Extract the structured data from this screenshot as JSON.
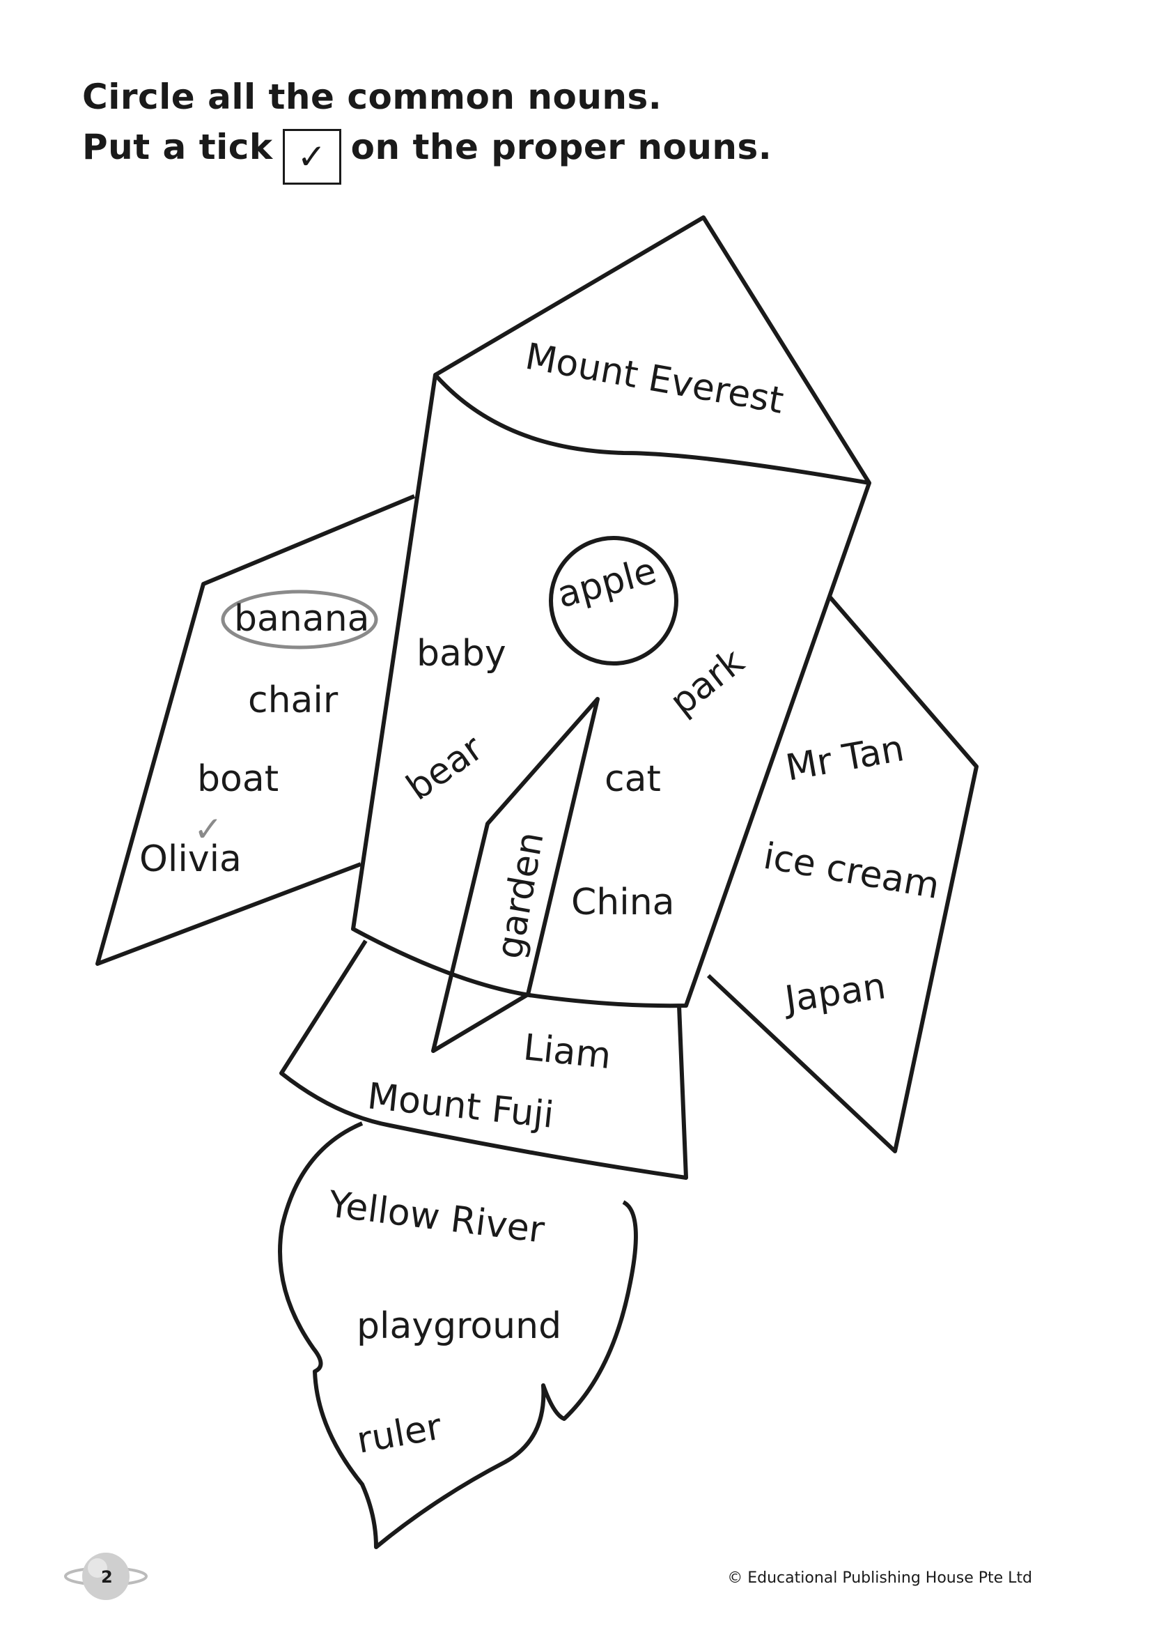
{
  "instructions": {
    "line1": "Circle all the common nouns.",
    "line2_before": "Put a tick",
    "tick_symbol": "✓",
    "line2_after": "on the proper nouns."
  },
  "words": {
    "mount_everest": "Mount Everest",
    "apple": "apple",
    "banana": "banana",
    "chair": "chair",
    "boat": "boat",
    "olivia": "Olivia",
    "olivia_tick": "✓",
    "baby": "baby",
    "park": "park",
    "bear": "bear",
    "cat": "cat",
    "garden": "garden",
    "china": "China",
    "mr_tan": "Mr Tan",
    "ice_cream": "ice cream",
    "japan": "Japan",
    "liam": "Liam",
    "mount_fuji": "Mount Fuji",
    "yellow_river": "Yellow River",
    "playground": "playground",
    "ruler": "ruler"
  },
  "footer": {
    "page_number": "2",
    "copyright": "© Educational Publishing House Pte Ltd"
  },
  "colors": {
    "outline": "#1a1a1a",
    "example_mark": "#8a8a8a"
  }
}
